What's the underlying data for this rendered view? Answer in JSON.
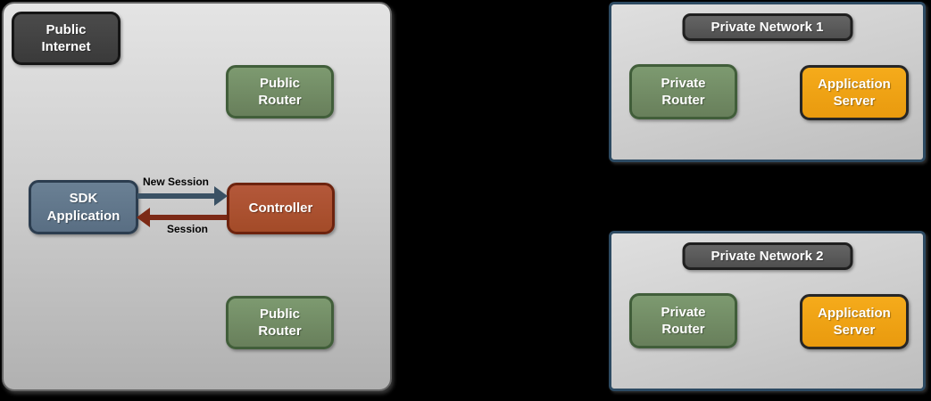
{
  "diagram": {
    "public_zone": {
      "title": "Public\nInternet",
      "public_router_top": "Public\nRouter",
      "sdk_application": "SDK\nApplication",
      "controller": "Controller",
      "public_router_bottom": "Public\nRouter",
      "arrow_new_session_label": "New Session",
      "arrow_session_label": "Session"
    },
    "private_network_1": {
      "title": "Private Network 1",
      "private_router": "Private\nRouter",
      "application_server": "Application\nServer"
    },
    "private_network_2": {
      "title": "Private Network 2",
      "private_router": "Private\nRouter",
      "application_server": "Application\nServer"
    }
  },
  "colors": {
    "background": "#000000",
    "zone_fill_top": "#e4e4e4",
    "zone_fill_bottom": "#b1b1b1",
    "zone_border": "#646464",
    "private_network_border": "#2d4a62",
    "dark_label_fill": "#3f3f3f",
    "network_title_fill": "#585858",
    "router_green_fill": "#74906a",
    "router_green_border": "#415e3a",
    "sdk_blue_fill": "#61778b",
    "sdk_blue_border": "#2c3d4f",
    "controller_rust_fill": "#ad5230",
    "controller_rust_border": "#6d230e",
    "app_server_orange_fill": "#f0a214",
    "app_server_orange_border": "#262626",
    "arrow_new_session": "#3a5164",
    "arrow_session": "#7c2a16",
    "node_text": "#ffffff",
    "arrow_label_text": "#000000"
  }
}
